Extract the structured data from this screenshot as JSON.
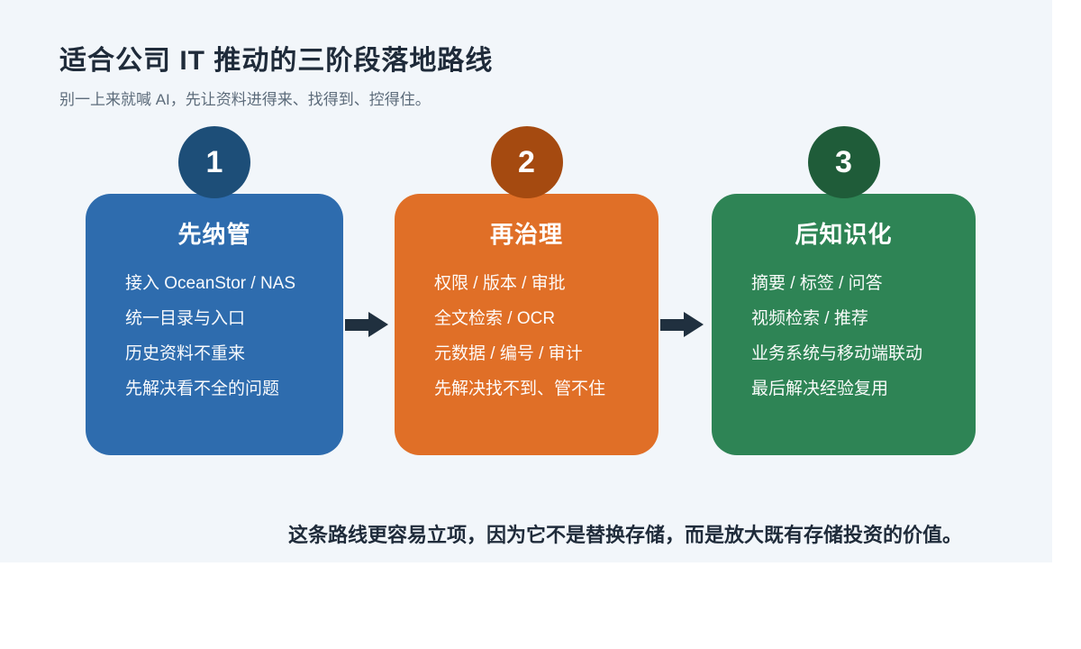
{
  "page": {
    "title": "适合公司 IT 推动的三阶段落地路线",
    "subtitle": "别一上来就喊 AI，先让资料进得来、找得到、控得住。",
    "footnote": "这条路线更容易立项，因为它不是替换存储，而是放大既有存储投资的价值。"
  },
  "colors": {
    "page_background": "#ffffff",
    "panel_background": "#f2f6fa",
    "heading_text": "#1f2b3a",
    "subtitle_text": "#5d6c7b",
    "card_text": "#ffffff",
    "arrow": "#20303f"
  },
  "stages": [
    {
      "number": "1",
      "title": "先纳管",
      "card_color": "#2e6cae",
      "badge_color": "#1d4e78",
      "items": [
        "接入 OceanStor / NAS",
        "统一目录与入口",
        "历史资料不重来",
        "先解决看不全的问题"
      ]
    },
    {
      "number": "2",
      "title": "再治理",
      "card_color": "#e06f27",
      "badge_color": "#a54a10",
      "items": [
        "权限 / 版本 / 审批",
        "全文检索 / OCR",
        "元数据 / 编号 / 审计",
        "先解决找不到、管不住"
      ]
    },
    {
      "number": "3",
      "title": "后知识化",
      "card_color": "#2e8455",
      "badge_color": "#1f5c39",
      "items": [
        "摘要 / 标签 / 问答",
        "视频检索 / 推荐",
        "业务系统与移动端联动",
        "最后解决经验复用"
      ]
    }
  ]
}
